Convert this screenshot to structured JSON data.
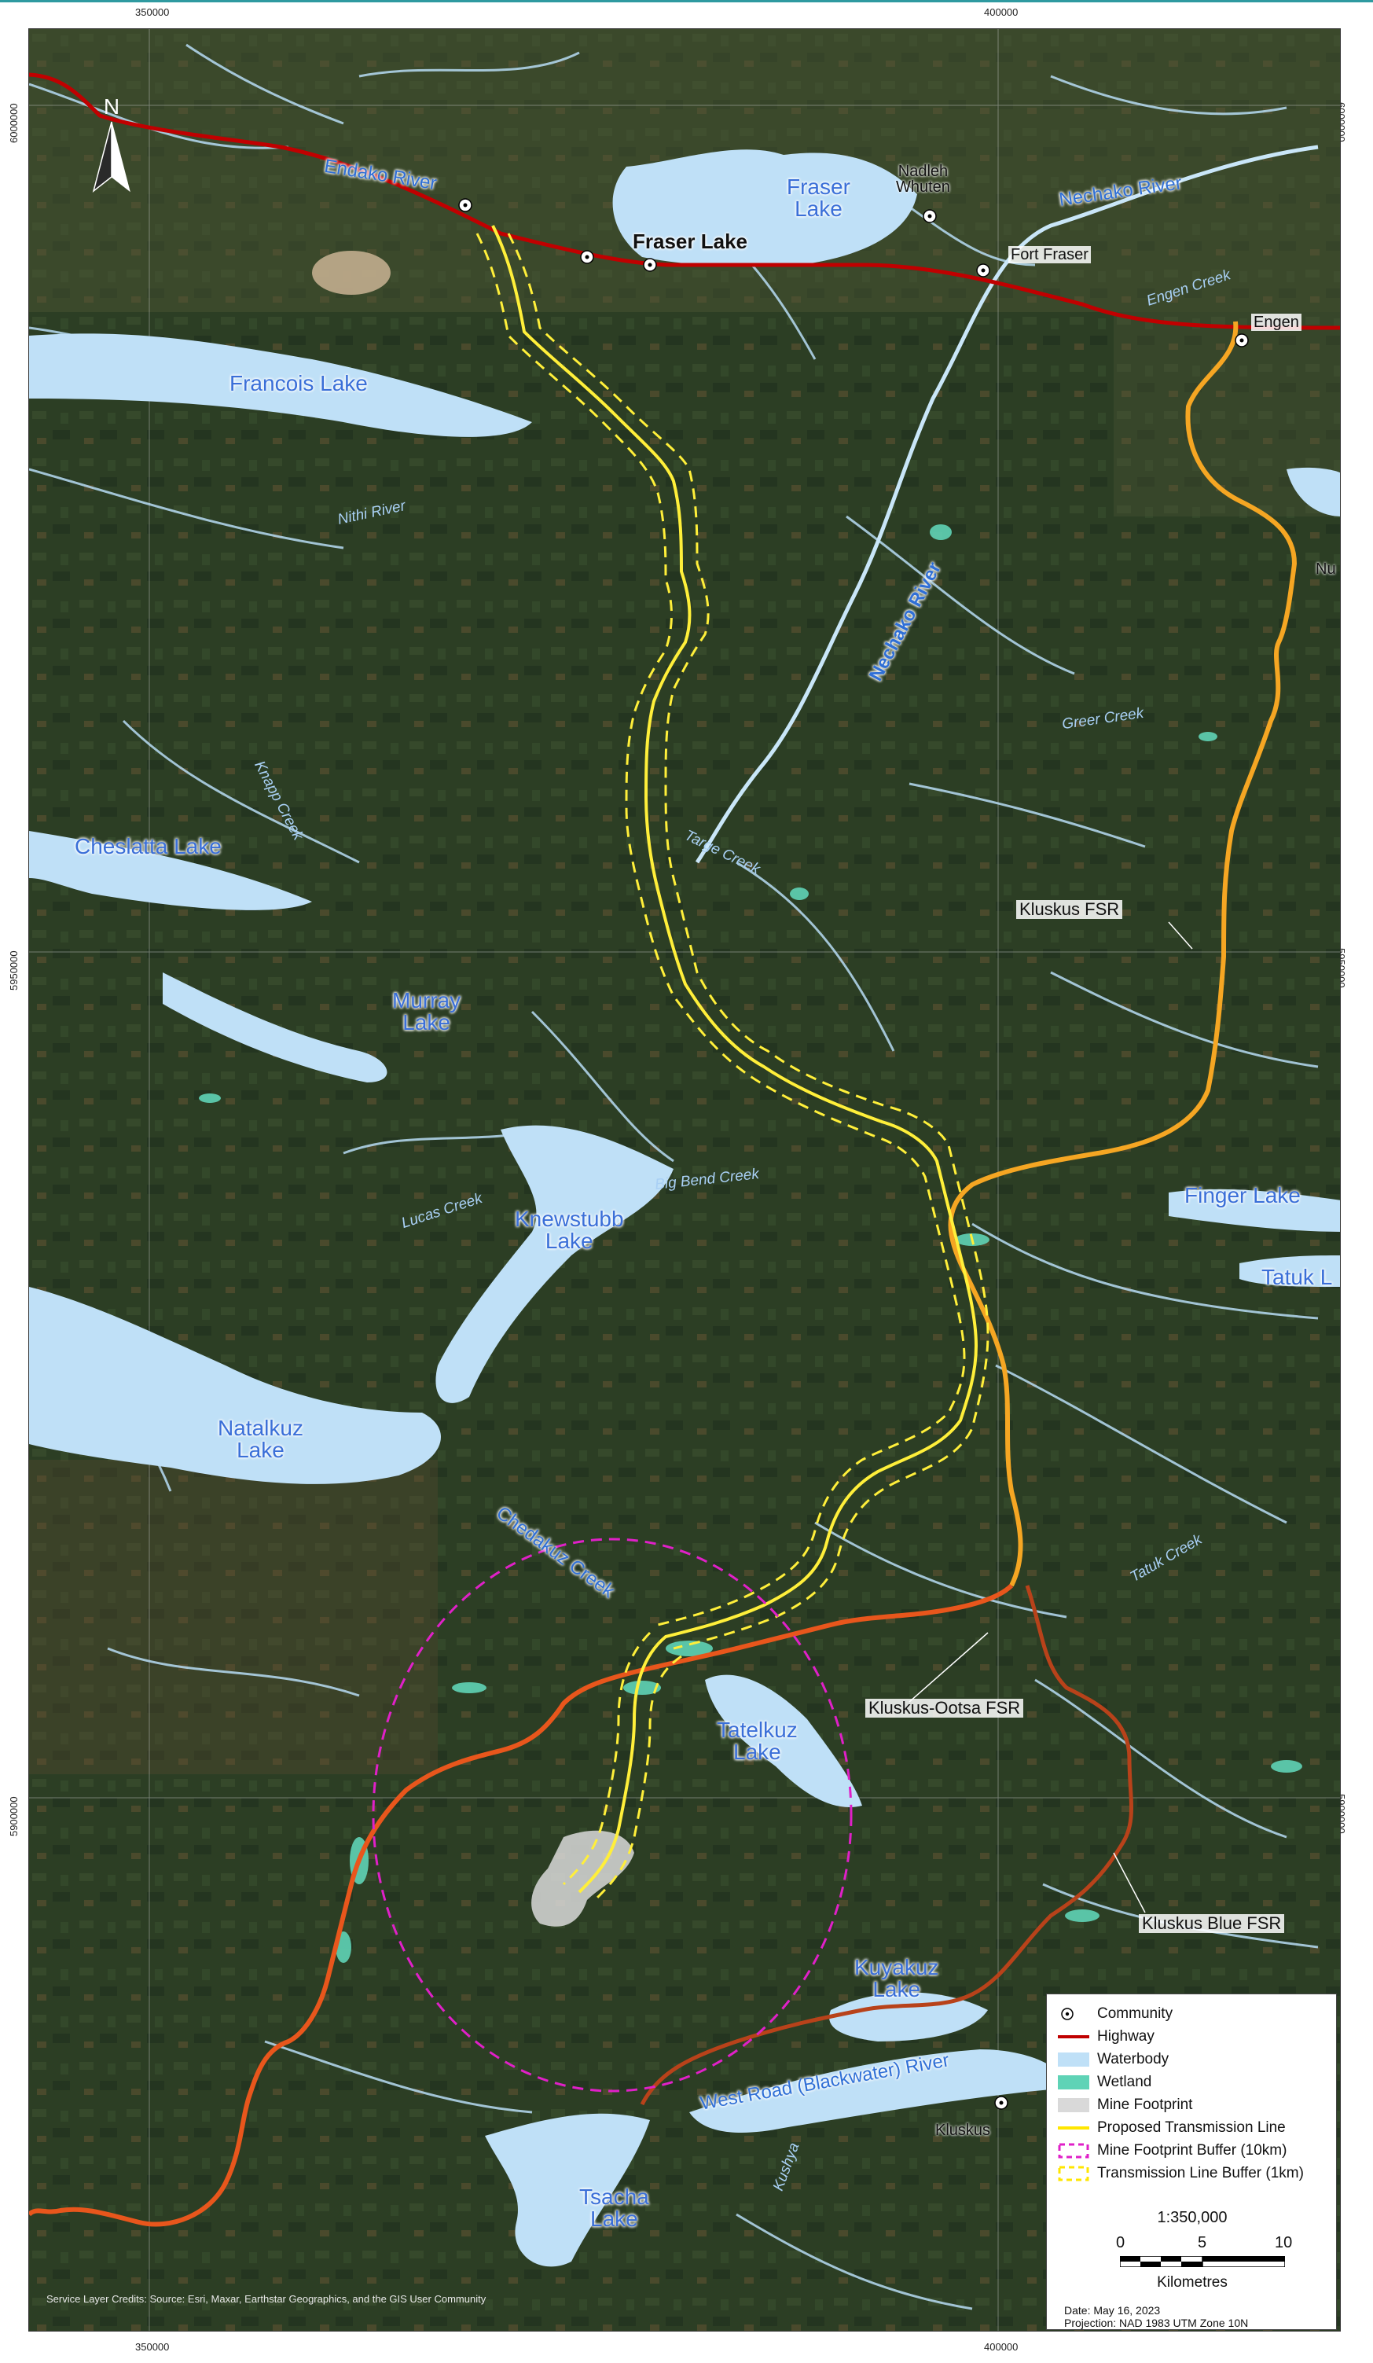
{
  "map": {
    "coords": {
      "top_x": [
        "350000",
        "400000"
      ],
      "bottom_x": [
        "350000",
        "400000"
      ],
      "left_y": [
        "6000000",
        "5950000",
        "5900000"
      ],
      "right_y": [
        "6000000",
        "5950000",
        "5900000"
      ]
    },
    "north_arrow": {
      "letter": "N",
      "icon": "north-arrow-icon"
    },
    "labels": {
      "endako_river": "Endako River",
      "fraser_lake_water": "Fraser\nLake",
      "fraser_lake_comm": "Fraser Lake",
      "nadleh_whuten": "Nadleh\nWhuten",
      "nechako_river_top": "Nechako River",
      "fort_fraser": "Fort Fraser",
      "engen_creek": "Engen Creek",
      "engen": "Engen",
      "francois_lake": "Francois Lake",
      "nithi_river": "Nithi River",
      "nu": "Nu",
      "nechako_river_mid": "Nechako River",
      "greer_creek": "Greer Creek",
      "knapp_creek": "Knapp Creek",
      "cheslatta_lake": "Cheslatta Lake",
      "targe_creek": "Targe Creek",
      "kluskus_fsr": "Kluskus FSR",
      "murray_lake": "Murray\nLake",
      "big_bend_creek": "Big Bend Creek",
      "lucas_creek": "Lucas Creek",
      "knewstubb_lake": "Knewstubb\nLake",
      "finger_lake": "Finger Lake",
      "tatuk_l": "Tatuk L",
      "natalkuz_lake": "Natalkuz\nLake",
      "chedakuz_creek": "Chedakuz Creek",
      "tatuk_creek": "Tatuk Creek",
      "kluskus_ootsa_fsr": "Kluskus-Ootsa FSR",
      "tatelkuz_lake": "Tatelkuz\nLake",
      "kluskus_blue_fsr": "Kluskus Blue FSR",
      "kuyakuz_lake": "Kuyakuz\nLake",
      "west_road_river": "West Road (Blackwater) River",
      "kluskus": "Kluskus",
      "kushya": "Kushya",
      "tsacha_lake": "Tsacha\nLake"
    },
    "credits": "Service Layer Credits: Source: Esri, Maxar, Earthstar Geographics, and the GIS User Community",
    "colors": {
      "forest": "#2c3e24",
      "water": "#bfe0f7",
      "wetland": "#5fd3b6",
      "highway": "#c00000",
      "road_orange": "#f5a623",
      "road_dark": "#e8561c",
      "transmission": "#ffef3a",
      "buffer_mine": "#e020c8",
      "mine": "#d9d9d9"
    }
  },
  "legend": {
    "items": [
      {
        "key": "community",
        "label": "Community",
        "icon": "community-dot-icon"
      },
      {
        "key": "highway",
        "label": "Highway",
        "icon": "highway-line-icon"
      },
      {
        "key": "waterbody",
        "label": "Waterbody",
        "icon": "waterbody-swatch-icon"
      },
      {
        "key": "wetland",
        "label": "Wetland",
        "icon": "wetland-swatch-icon"
      },
      {
        "key": "mine",
        "label": "Mine Footprint",
        "icon": "mine-footprint-swatch-icon"
      },
      {
        "key": "transmission",
        "label": "Proposed Transmission Line",
        "icon": "transmission-line-icon"
      },
      {
        "key": "mine_buffer",
        "label": "Mine Footprint Buffer (10km)",
        "icon": "mine-buffer-swatch-icon"
      },
      {
        "key": "tl_buffer",
        "label": "Transmission Line Buffer (1km)",
        "icon": "transmission-buffer-swatch-icon"
      }
    ],
    "scale": {
      "ratio": "1:350,000",
      "ticks": [
        "0",
        "5",
        "10"
      ],
      "unit": "Kilometres"
    },
    "date": "Date: May 16, 2023",
    "projection": "Projection: NAD 1983 UTM Zone 10N"
  }
}
